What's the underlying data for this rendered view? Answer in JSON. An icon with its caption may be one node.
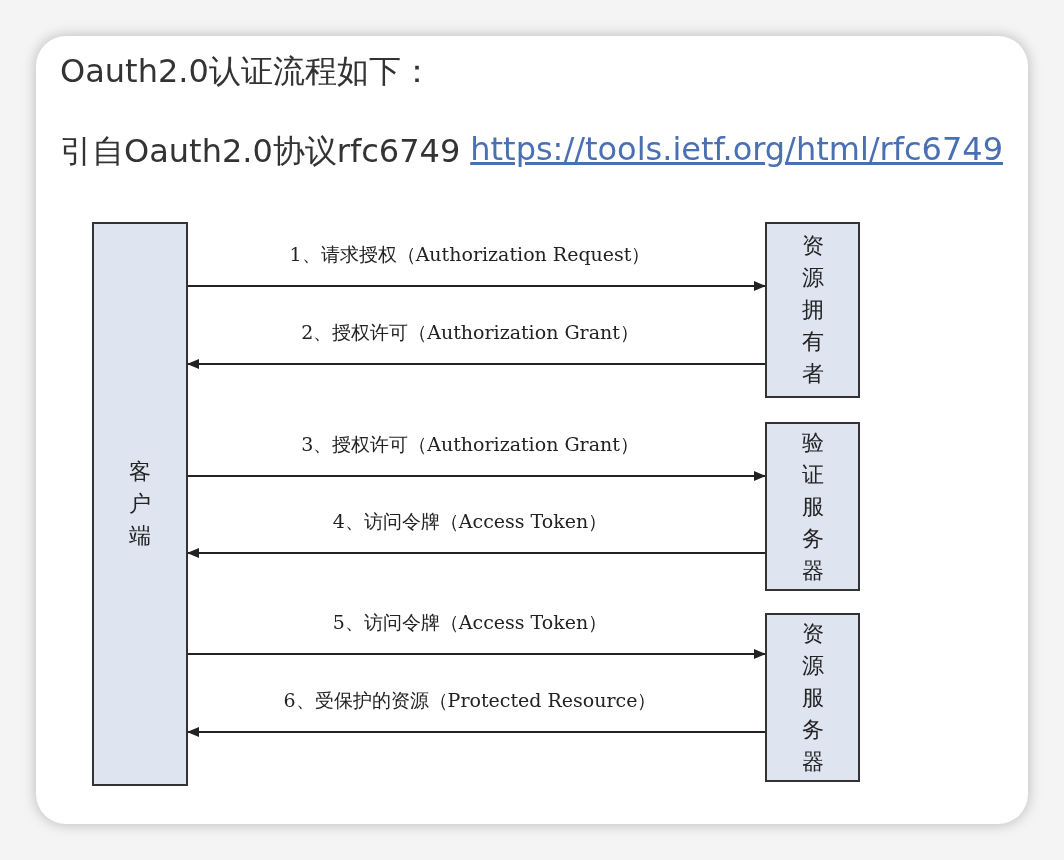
{
  "diagram": {
    "title": "Oauth2.0认证流程如下：",
    "nodes": [
      {
        "text": [
          "客户端"
        ]
      },
      {
        "text": [
          "资源拥有者"
        ]
      },
      {
        "text": [
          "验证服务器"
        ]
      },
      {
        "text": [
          "资源服务器"
        ]
      }
    ],
    "edges": [
      {
        "from": 0,
        "to": 1,
        "arrow": "to",
        "label": "1、请求授权（Authorization Request）"
      },
      {
        "from": 1,
        "to": 0,
        "arrow": "to",
        "label": "2、授权许可（Authorization Grant）"
      },
      {
        "from": 0,
        "to": 2,
        "arrow": "to",
        "label": "3、授权许可（Authorization Grant）"
      },
      {
        "from": 2,
        "to": 0,
        "arrow": "to",
        "label": "4、访问令牌（Access Token）"
      },
      {
        "from": 0,
        "to": 3,
        "arrow": "to",
        "label": "5、访问令牌（Access Token）"
      },
      {
        "from": 3,
        "to": 0,
        "arrow": "to",
        "label": "6、受保护的资源（Protected Resource）"
      }
    ],
    "labels": [
      "引自Oauth2.0协议rfc6749",
      "https://tools.ietf.org/html/rfc6749"
    ]
  }
}
